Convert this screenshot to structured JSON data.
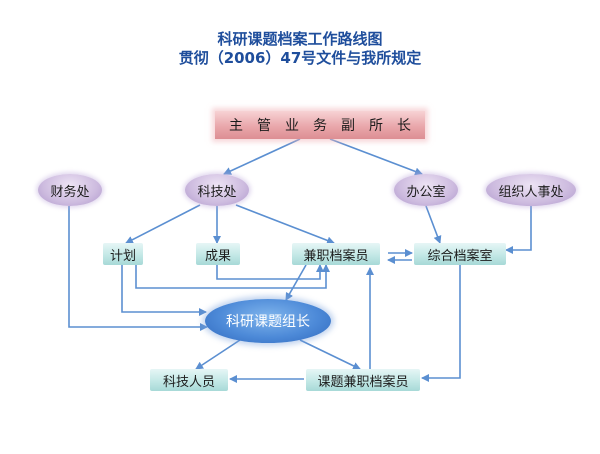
{
  "title": {
    "line1": "科研课题档案工作路线图",
    "line2": "贯彻（2006）47号文件与我所规定"
  },
  "nodes": {
    "director": "主管业务副所长",
    "finance": "财务处",
    "tech_dept": "科技处",
    "office": "办公室",
    "hr": "组织人事处",
    "plan": "计划",
    "result": "成果",
    "part_time_archivist": "兼职档案员",
    "central_archive": "综合档案室",
    "project_leader": "科研课题组长",
    "tech_staff": "科技人员",
    "project_archivist": "课题兼职档案员"
  },
  "colors": {
    "title": "#1f4e9c",
    "arrow": "#5b8fd1",
    "director_fill": "#e9a7ab",
    "dept_oval": "#cdbbdf",
    "box_fill": "#c3e8e6",
    "leader_fill": "#4d8ad8"
  }
}
